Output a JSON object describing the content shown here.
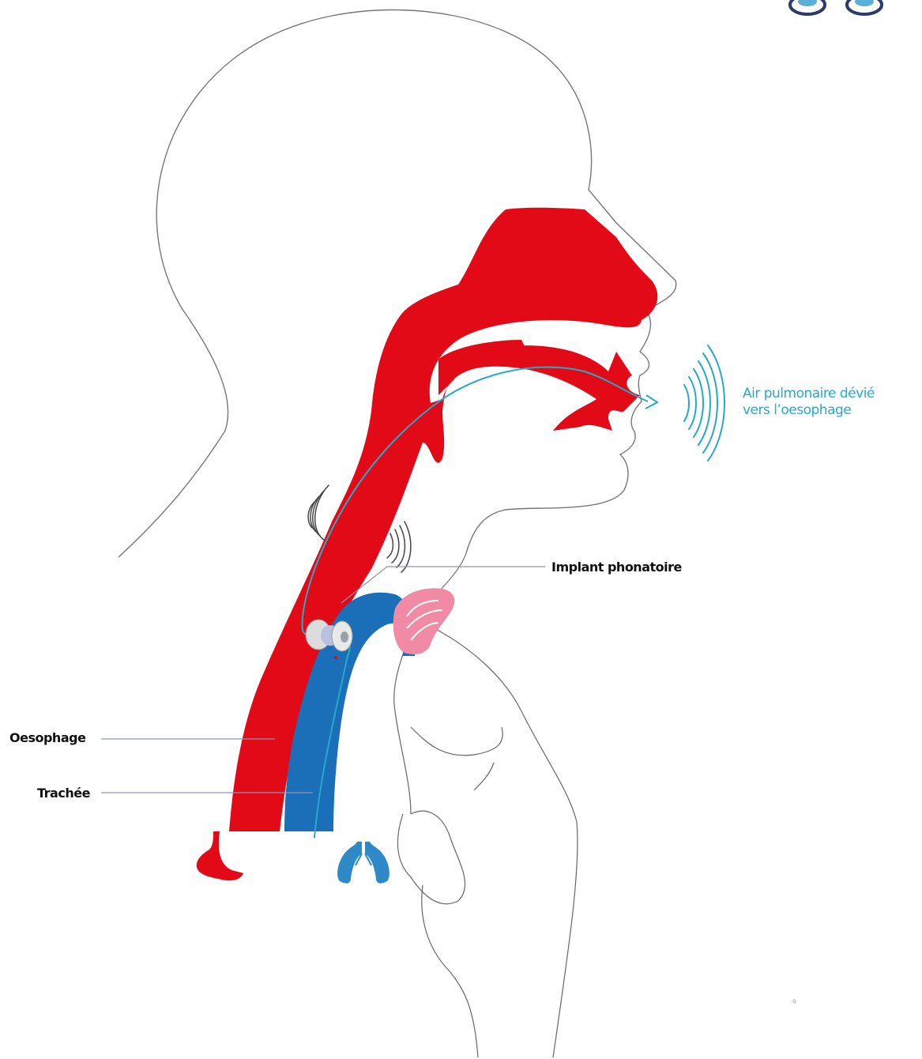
{
  "labels": {
    "implant": "Implant phonatoire",
    "oesophage": "Oesophage",
    "trachee": "Trachée",
    "air_line1": "Air pulmonaire dévié",
    "air_line2": "vers l’oesophage",
    "corner_mark": "o"
  },
  "colors": {
    "oesophagus_red": "#e20a17",
    "trachea_blue": "#1a6fb8",
    "airflow_cyan": "#27a9c9",
    "larynx_pink": "#f08aa5",
    "outline_gray": "#777777",
    "leader_line": "#8a96b4"
  },
  "icons": {
    "sound_waves": "sound-wave-arcs",
    "stomach": "stomach-icon",
    "lungs": "lungs-icon",
    "voice_prosthesis": "implant-icon",
    "logo": "logo-icon"
  }
}
